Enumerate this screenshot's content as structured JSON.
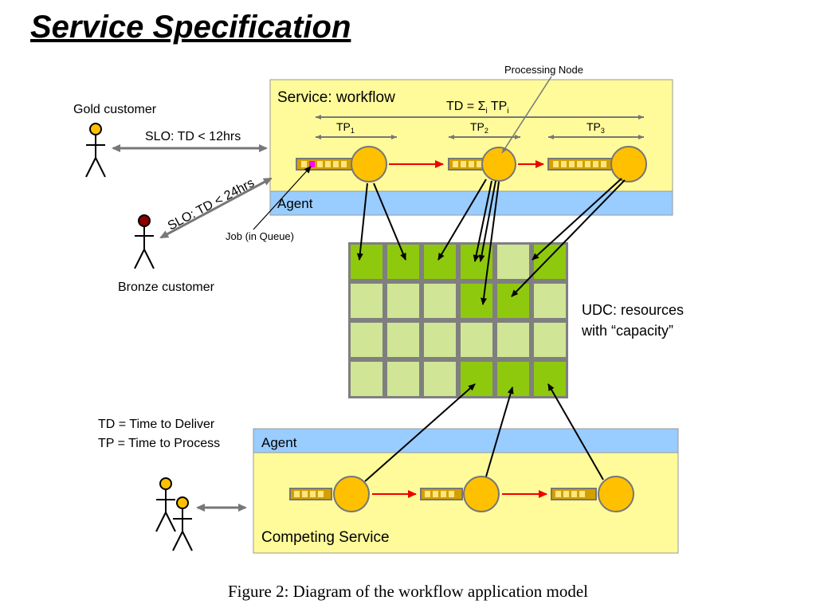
{
  "title": "Service Specification",
  "caption": "Figure 2: Diagram of the workflow application model",
  "service": {
    "label": "Service: workflow",
    "agent": "Agent",
    "td_formula": {
      "td": "TD = Σ",
      "sub_i": "i",
      "tp": " TP",
      "sub_i2": "i"
    },
    "tp_labels": [
      {
        "tp": "TP",
        "sub": "1"
      },
      {
        "tp": "TP",
        "sub": "2"
      },
      {
        "tp": "TP",
        "sub": "3"
      }
    ]
  },
  "processing_node_label": "Processing Node",
  "job_label": "Job (in Queue)",
  "gold": {
    "label": "Gold customer",
    "slo": "SLO: TD < 12hrs"
  },
  "bronze": {
    "label": "Bronze customer",
    "slo": "SLO: TD < 24hrs"
  },
  "udc": {
    "line1": "UDC: resources",
    "line2": "with “capacity”"
  },
  "legend": {
    "td": "TD = Time to Deliver",
    "tp": "TP = Time to Process"
  },
  "competing": {
    "label": "Competing Service",
    "agent": "Agent"
  },
  "colors": {
    "service_bg": "#fffb9a",
    "agent_bar": "#99ccff",
    "node": "#ffc000",
    "queue": "#d4a000",
    "grid_dark": "#8fc90e",
    "grid_light": "#d0e596",
    "grid_border": "#7f7f7f",
    "flow_arrow": "#ee0000",
    "gold_head": "#ffc000",
    "bronze_head": "#8b0000",
    "job_marker": "#ff00ff"
  },
  "udc_grid": {
    "rows": 4,
    "cols": 6,
    "active_cells": [
      [
        0,
        0
      ],
      [
        0,
        1
      ],
      [
        0,
        2
      ],
      [
        0,
        3
      ],
      [
        0,
        5
      ],
      [
        1,
        3
      ],
      [
        1,
        4
      ],
      [
        3,
        3
      ],
      [
        3,
        4
      ],
      [
        3,
        5
      ]
    ]
  }
}
